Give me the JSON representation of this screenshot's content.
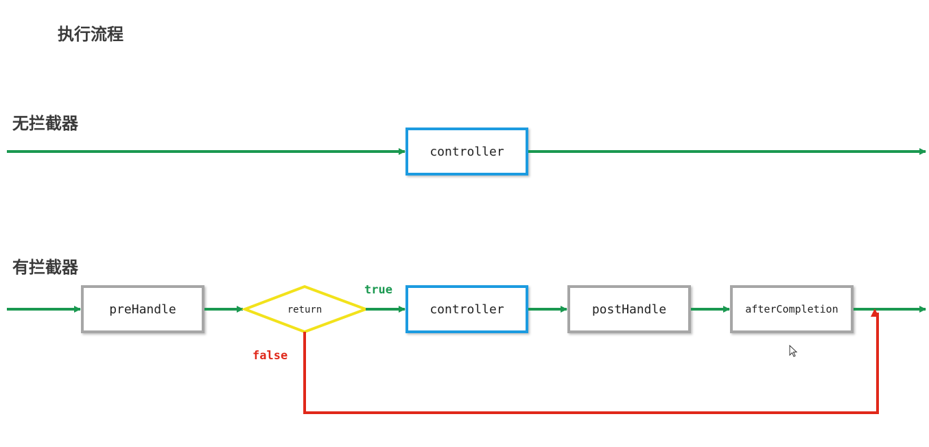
{
  "title": "执行流程",
  "sections": {
    "no_interceptor": {
      "heading": "无拦截器",
      "nodes": {
        "controller": "controller"
      }
    },
    "with_interceptor": {
      "heading": "有拦截器",
      "nodes": {
        "pre_handle": "preHandle",
        "return": "return",
        "controller": "controller",
        "post_handle": "postHandle",
        "after_completion": "afterCompletion"
      },
      "edge_labels": {
        "true": "true",
        "false": "false"
      }
    }
  },
  "colors": {
    "flow_arrow": "#1a9850",
    "controller_border": "#1e9be0",
    "step_border": "#a6a6a6",
    "decision_border": "#f2e21b",
    "false_path": "#e0281a",
    "true_label": "#1a9850",
    "false_label": "#e0281a"
  }
}
